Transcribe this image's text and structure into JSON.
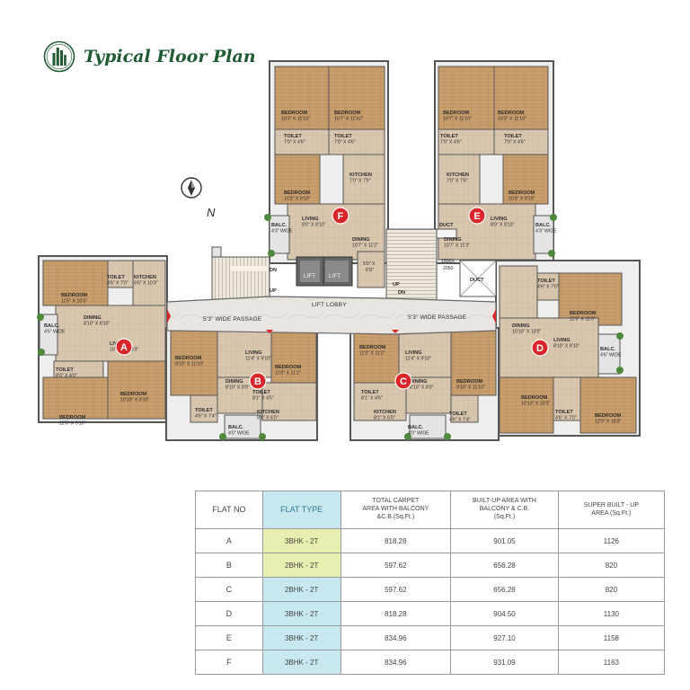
{
  "header": {
    "title": "Typical Floor Plan",
    "logo_icon": "tower-leaf-logo-icon",
    "brand_color": "#1f5a33"
  },
  "plan": {
    "compass": {
      "icon": "compass-icon",
      "north_label": "N"
    },
    "flat_markers": [
      "A",
      "B",
      "C",
      "D",
      "E",
      "F"
    ],
    "marker_color": "#d9262b",
    "lift_labels": [
      "LIFT",
      "LIFT"
    ],
    "lift_lobby": "LIFT LOBBY",
    "passage_left": "5'3\" WIDE PASSAGE",
    "passage_right": "5'3\" WIDE PASSAGE",
    "duct_labels": [
      "DUCT",
      "DUCT"
    ],
    "stairs": [
      {
        "up": "UP",
        "dn": "DN"
      },
      {
        "up": "UP",
        "dn": "DN"
      }
    ],
    "shaft": {
      "line1": "1500X",
      "line2": "2050"
    },
    "lobby_small": {
      "line1": "5'0\" X",
      "line2": "6'9\""
    },
    "rooms": [
      {
        "label": "BEDROOM",
        "dim": "10'3\" X 11'10\""
      },
      {
        "label": "BEDROOM",
        "dim": "10'7\" X 11'10\""
      },
      {
        "label": "TOILET",
        "dim": "7'0\" X 4'6\""
      },
      {
        "label": "TOILET",
        "dim": "7'0\" X 4'6\""
      },
      {
        "label": "BEDROOM",
        "dim": "10'3\" X 9'10\""
      },
      {
        "label": "KITCHEN",
        "dim": "7'0\" X 7'6\""
      },
      {
        "label": "LIVING",
        "dim": "8'0\" X 8'10\""
      },
      {
        "label": "BALC.",
        "dim": "4'3\" WIDE"
      },
      {
        "label": "DINING",
        "dim": "10'7\" X 11'2\""
      },
      {
        "label": "BEDROOM",
        "dim": "10'7\" X 11'10\""
      },
      {
        "label": "BEDROOM",
        "dim": "10'3\" X 11'10\""
      },
      {
        "label": "TOILET",
        "dim": "7'0\" X 4'6\""
      },
      {
        "label": "TOILET",
        "dim": "7'0\" X 4'6\""
      },
      {
        "label": "KITCHEN",
        "dim": "7'0\" X 7'6\""
      },
      {
        "label": "BEDROOM",
        "dim": "10'3\" X 9'10\""
      },
      {
        "label": "LIVING",
        "dim": "8'0\" X 8'10\""
      },
      {
        "label": "BALC.",
        "dim": "4'3\" WIDE"
      },
      {
        "label": "DINING",
        "dim": "10'7\" X 11'3\""
      },
      {
        "label": "TOILET",
        "dim": "4'6\" X 7'0\""
      },
      {
        "label": "KITCHEN",
        "dim": "6'6\" X 10'3\""
      },
      {
        "label": "BEDROOM",
        "dim": "11'5\" X 10'3\""
      },
      {
        "label": "DINING",
        "dim": "8'10\" X 8'10\""
      },
      {
        "label": "BALC.",
        "dim": "4'6\" WIDE"
      },
      {
        "label": "LIVING",
        "dim": "10'10\" X 13'3\""
      },
      {
        "label": "TOILET",
        "dim": "8'0\" X 4'0\""
      },
      {
        "label": "BEDROOM",
        "dim": "10'10\" X 9'10\""
      },
      {
        "label": "BEDROOM",
        "dim": "12'0\" X 9'10\""
      },
      {
        "label": "BEDROOM",
        "dim": "9'10\" X 11'10\""
      },
      {
        "label": "LIVING",
        "dim": "11'4\" X 9'10\""
      },
      {
        "label": "DINING",
        "dim": "8'10\" X 8'0\""
      },
      {
        "label": "BEDROOM",
        "dim": "11'0\" X 11'2\""
      },
      {
        "label": "TOILET",
        "dim": "8'1\" X 4'5\""
      },
      {
        "label": "KITCHEN",
        "dim": "8'1\" X 6'0\""
      },
      {
        "label": "TOILET",
        "dim": "4'6\" X 7'4\""
      },
      {
        "label": "BALC.",
        "dim": "4'0\" WIDE"
      },
      {
        "label": "BEDROOM",
        "dim": "11'0\" X 11'2\""
      },
      {
        "label": "LIVING",
        "dim": "11'4\" X 9'10\""
      },
      {
        "label": "DINING",
        "dim": "8'10\" X 8'0\""
      },
      {
        "label": "BEDROOM",
        "dim": "9'10\" X 11'10\""
      },
      {
        "label": "TOILET",
        "dim": "8'1\" X 4'5\""
      },
      {
        "label": "KITCHEN",
        "dim": "8'1\" X 6'0\""
      },
      {
        "label": "TOILET",
        "dim": "4'6\" X 7'4\""
      },
      {
        "label": "BALC.",
        "dim": "4'0\" WIDE"
      },
      {
        "label": "TOILET",
        "dim": "4'6\" X 7'0\""
      },
      {
        "label": "BEDROOM",
        "dim": "11'5\" X 11'0\""
      },
      {
        "label": "DINING",
        "dim": "10'10\" X 13'0\""
      },
      {
        "label": "LIVING",
        "dim": "8'10\" X 8'10\""
      },
      {
        "label": "BALC.",
        "dim": "4'6\" WIDE"
      },
      {
        "label": "BEDROOM",
        "dim": "10'10\" X 10'3\""
      },
      {
        "label": "TOILET",
        "dim": "4'6\" X 7'0\""
      },
      {
        "label": "BEDROOM",
        "dim": "12'0\" X 10'3\""
      }
    ]
  },
  "table": {
    "headers": {
      "flat_no": "FLAT NO",
      "flat_type": "FLAT TYPE",
      "carpet": [
        "TOTAL CARPET",
        "AREA WITH BALCONY",
        "&C.B.(Sq.Ft.)"
      ],
      "builtup": [
        "BUILT-UP AREA WITH",
        "BALCONY & C.B.",
        "(Sq.Ft.)"
      ],
      "super": [
        "SUPER BUILT - UP",
        "AREA (Sq.Ft.)"
      ]
    },
    "rows": [
      {
        "flat": "A",
        "type": "3BHK - 2T",
        "carpet": "818.28",
        "builtup": "901.05",
        "super": "1126"
      },
      {
        "flat": "B",
        "type": "2BHK - 2T",
        "carpet": "597.62",
        "builtup": "656.28",
        "super": "820"
      },
      {
        "flat": "C",
        "type": "2BHK - 2T",
        "carpet": "597.62",
        "builtup": "656.28",
        "super": "820"
      },
      {
        "flat": "D",
        "type": "3BHK - 2T",
        "carpet": "818.28",
        "builtup": "904.50",
        "super": "1130"
      },
      {
        "flat": "E",
        "type": "3BHK - 2T",
        "carpet": "834.96",
        "builtup": "927.10",
        "super": "1158"
      },
      {
        "flat": "F",
        "type": "3BHK - 2T",
        "carpet": "834.96",
        "builtup": "931.09",
        "super": "1163"
      }
    ],
    "type_color": "#c8e8f0",
    "type_highlight_color": "#e8edb0"
  }
}
